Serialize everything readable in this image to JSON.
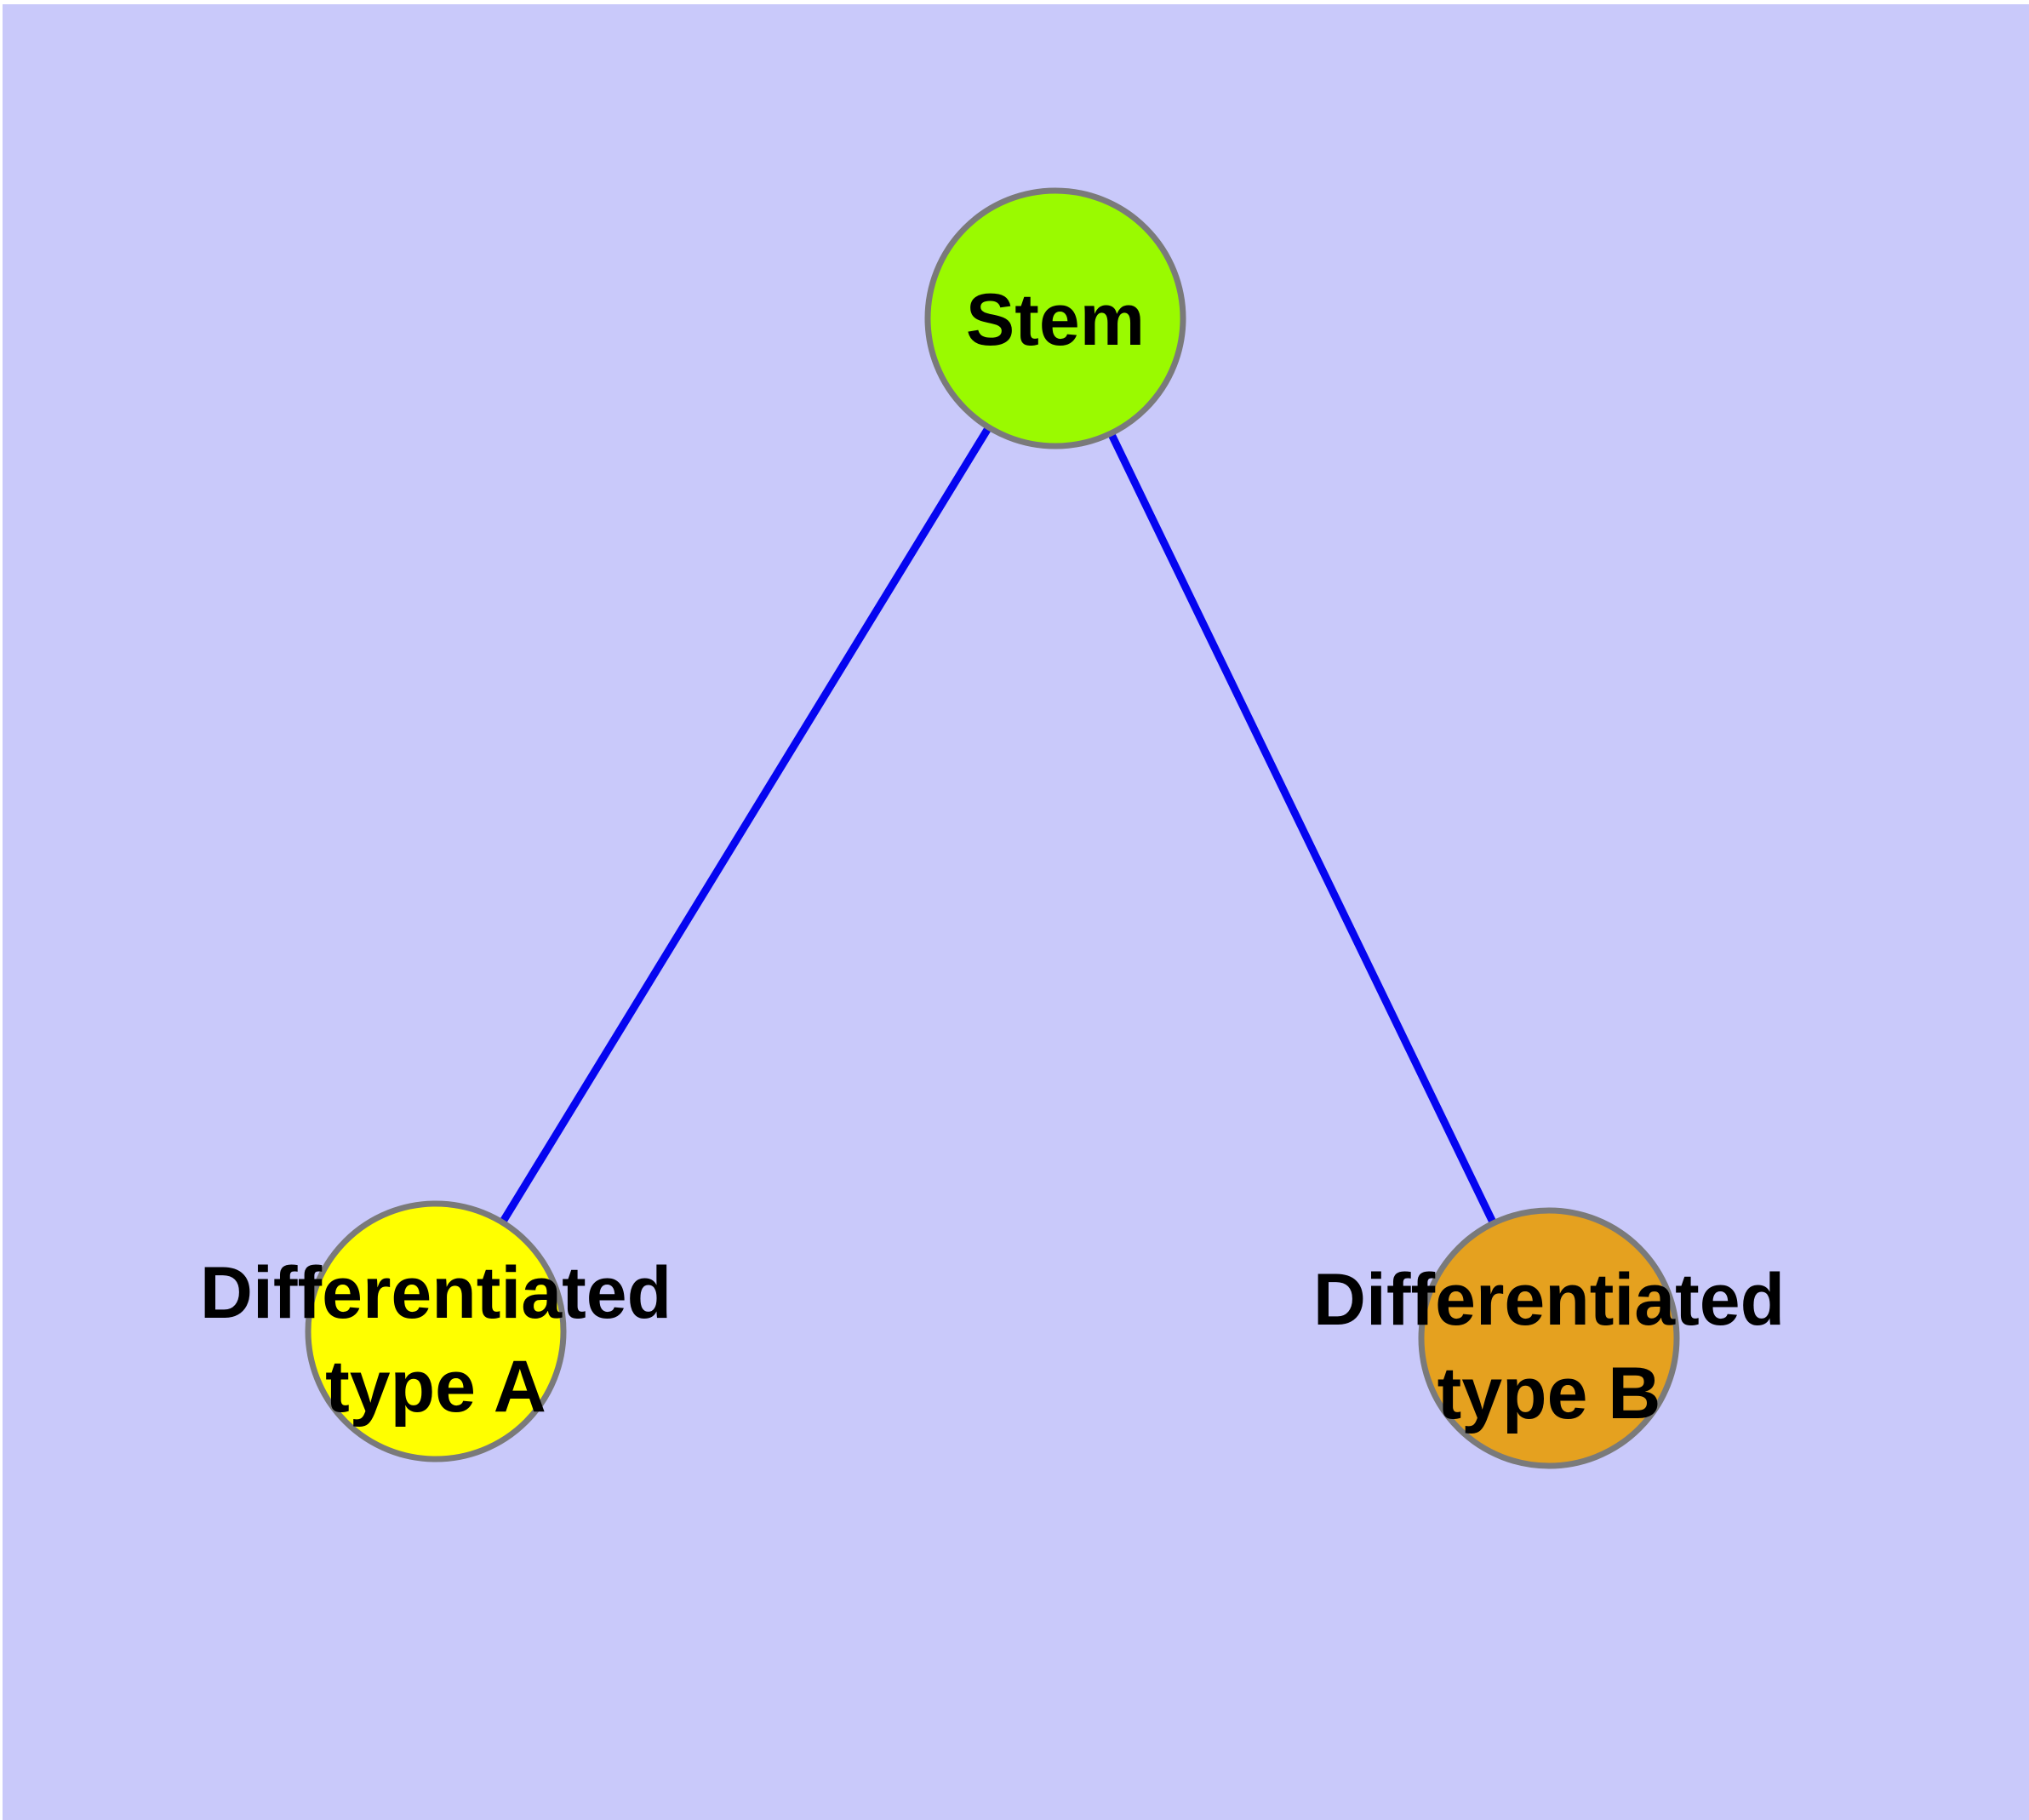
{
  "diagram": {
    "background_color": "#C9C9FA",
    "frame_color": "#FFFFFF",
    "edge_color": "#0505F0",
    "node_border_color": "#7A7A7A",
    "label_color": "#000000",
    "nodes": [
      {
        "id": "stem",
        "label": "Stem",
        "fill": "#9AFA00"
      },
      {
        "id": "differentiated-type-a",
        "label": "Differentiated type A",
        "label_line1": "Differentiated",
        "label_line2": "type A",
        "fill": "#FFFF00"
      },
      {
        "id": "differentiated-type-b",
        "label": "Differentiated type B",
        "label_line1": "Differentiated",
        "label_line2": "type B",
        "fill": "#E5A11F"
      }
    ],
    "edges": [
      {
        "from": "stem",
        "to": "differentiated-type-a"
      },
      {
        "from": "stem",
        "to": "differentiated-type-b"
      }
    ]
  }
}
